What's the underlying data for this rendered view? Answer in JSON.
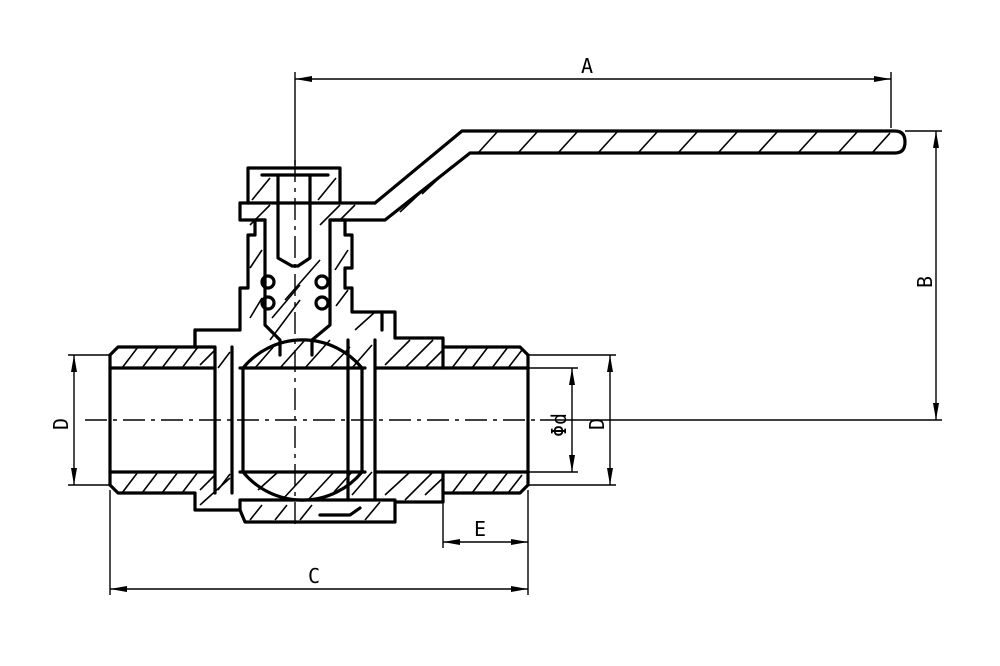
{
  "labels": {
    "A": "A",
    "B": "B",
    "C": "C",
    "D_left": "D",
    "D_right": "D",
    "E": "E",
    "phi_d": "Φd"
  },
  "colors": {
    "ink": "#000000",
    "paper": "#ffffff"
  }
}
